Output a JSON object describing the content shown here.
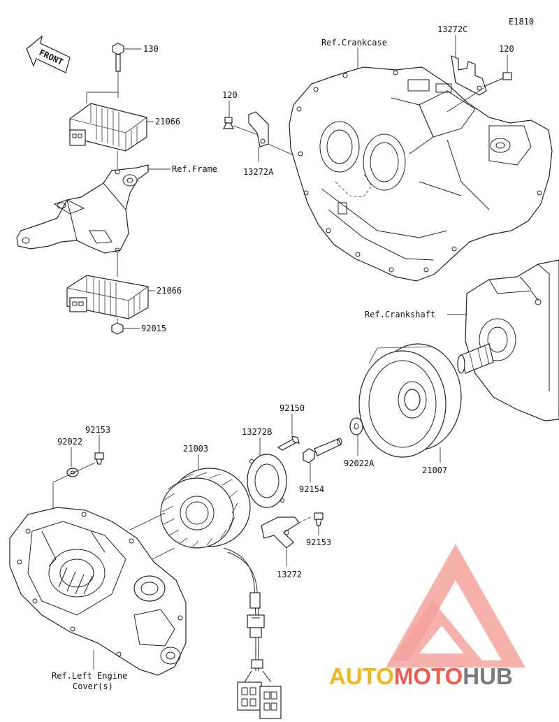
{
  "diagram_code": "E1810",
  "front_marker": "FRONT",
  "refs": {
    "crankcase": "Ref.Crankcase",
    "frame": "Ref.Frame",
    "crankshaft": "Ref.Crankshaft",
    "left_engine_cover_line1": "Ref.Left Engine",
    "left_engine_cover_line2": "Cover(s)"
  },
  "parts": {
    "p130": "130",
    "p21066_top": "21066",
    "p21066_bottom": "21066",
    "p92015": "92015",
    "p120_left": "120",
    "p13272A": "13272A",
    "p13272C": "13272C",
    "p120_right": "120",
    "p92150": "92150",
    "p13272B": "13272B",
    "p21003": "21003",
    "p92153_top": "92153",
    "p92022": "92022",
    "p92154": "92154",
    "p92022A": "92022A",
    "p21007": "21007",
    "p92153_right": "92153",
    "p13272": "13272"
  },
  "watermark": {
    "word_a": "AUTO",
    "word_b": "MOTO",
    "word_c": "HUB",
    "color_a": "#f2b71d",
    "color_b": "#f05a4f",
    "color_c": "#7a7a7a"
  }
}
